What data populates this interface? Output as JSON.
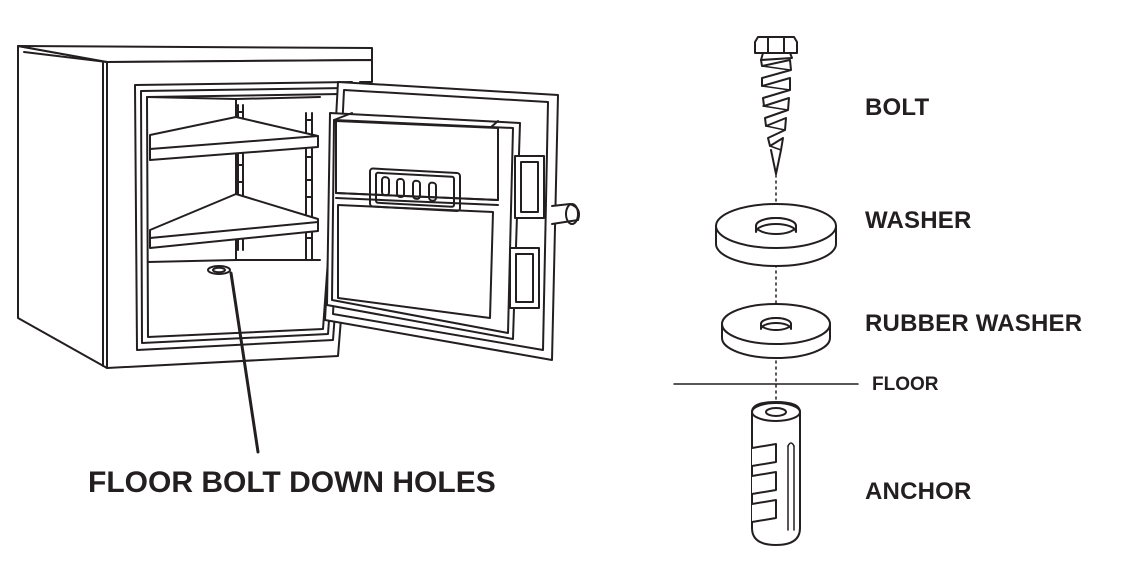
{
  "labels": {
    "floor_bolt_down_holes": "FLOOR BOLT DOWN HOLES",
    "bolt": "BOLT",
    "washer": "WASHER",
    "rubber_washer": "RUBBER WASHER",
    "floor": "FLOOR",
    "anchor": "ANCHOR"
  },
  "colors": {
    "line": "#231f20",
    "background": "#ffffff"
  }
}
